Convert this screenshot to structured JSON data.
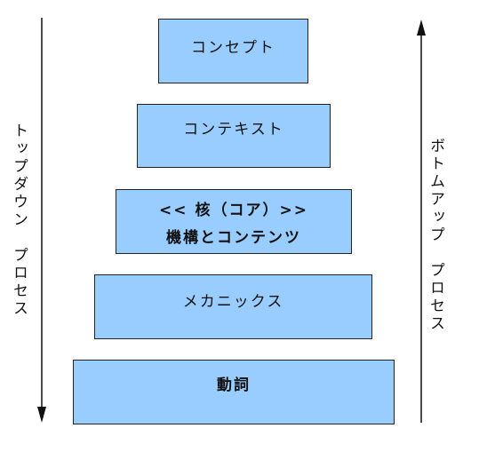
{
  "levels": [
    {
      "id": "concept",
      "lines": [
        "コンセプト"
      ]
    },
    {
      "id": "context",
      "lines": [
        "コンテキスト"
      ]
    },
    {
      "id": "core",
      "lines": [
        "<< 核（コア）>>",
        "機構とコンテンツ"
      ]
    },
    {
      "id": "mechanics",
      "lines": [
        "メカニックス"
      ]
    },
    {
      "id": "verb",
      "lines": [
        "動詞"
      ]
    }
  ],
  "arrows": {
    "top_down_label": "トップダウン　プロセス",
    "bottom_up_label": "ボトムアップ　プロセス"
  },
  "colors": {
    "box_fill": "#99ccff",
    "box_border": "#222222",
    "arrow": "#111111"
  }
}
